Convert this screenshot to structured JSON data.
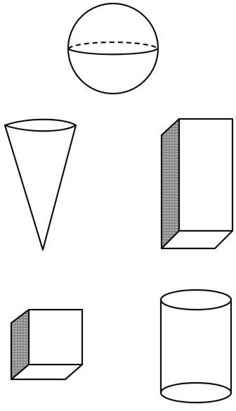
{
  "shapes": [
    {
      "name": "sphere",
      "shaded": false
    },
    {
      "name": "cone",
      "shaded": false
    },
    {
      "name": "rectangular-prism",
      "shaded": true
    },
    {
      "name": "cube",
      "shaded": true
    },
    {
      "name": "cylinder",
      "shaded": false
    }
  ],
  "colors": {
    "background": "#ffffff",
    "ink": "#111111",
    "shading": "#8a8a8a"
  }
}
